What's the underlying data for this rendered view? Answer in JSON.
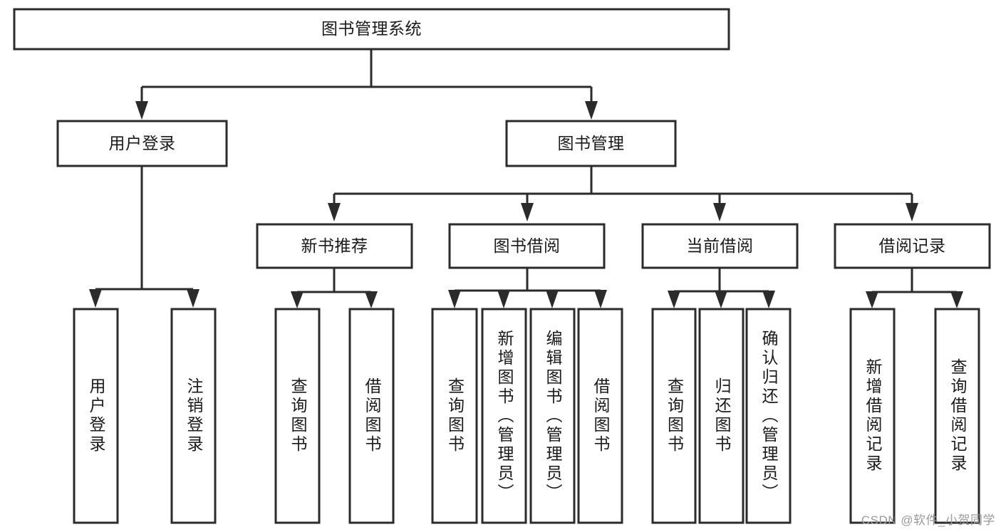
{
  "diagram": {
    "type": "tree-hierarchy",
    "title": "图书管理系统",
    "watermark": "CSDN @软件_小贺同学",
    "colors": {
      "stroke": "#2b2b2b",
      "fill": "#ffffff",
      "text": "#1a1a1a",
      "watermark": "#9a9a9a"
    },
    "nodes": {
      "root": {
        "label": "图书管理系统"
      },
      "level2": [
        {
          "id": "user-login",
          "label": "用户登录"
        },
        {
          "id": "book-manage",
          "label": "图书管理"
        }
      ],
      "level3": [
        {
          "id": "new-book-recommend",
          "label": "新书推荐"
        },
        {
          "id": "book-borrow",
          "label": "图书借阅"
        },
        {
          "id": "current-borrow",
          "label": "当前借阅"
        },
        {
          "id": "borrow-record",
          "label": "借阅记录"
        }
      ],
      "leaves": {
        "user-login": [
          {
            "id": "leaf-user-login",
            "label": "用户登录"
          },
          {
            "id": "leaf-logout",
            "label": "注销登录"
          }
        ],
        "new-book-recommend": [
          {
            "id": "leaf-query-book-1",
            "label": "查询图书"
          },
          {
            "id": "leaf-borrow-book-1",
            "label": "借阅图书"
          }
        ],
        "book-borrow": [
          {
            "id": "leaf-query-book-2",
            "label": "查询图书"
          },
          {
            "id": "leaf-add-book",
            "label": "新增图书（管理员）"
          },
          {
            "id": "leaf-edit-book",
            "label": "编辑图书（管理员）"
          },
          {
            "id": "leaf-borrow-book-2",
            "label": "借阅图书"
          }
        ],
        "current-borrow": [
          {
            "id": "leaf-query-book-3",
            "label": "查询图书"
          },
          {
            "id": "leaf-return-book",
            "label": "归还图书"
          },
          {
            "id": "leaf-confirm-return",
            "label": "确认归还（管理员）"
          }
        ],
        "borrow-record": [
          {
            "id": "leaf-add-record",
            "label": "新增借阅记录"
          },
          {
            "id": "leaf-query-record",
            "label": "查询借阅记录"
          }
        ]
      }
    }
  }
}
